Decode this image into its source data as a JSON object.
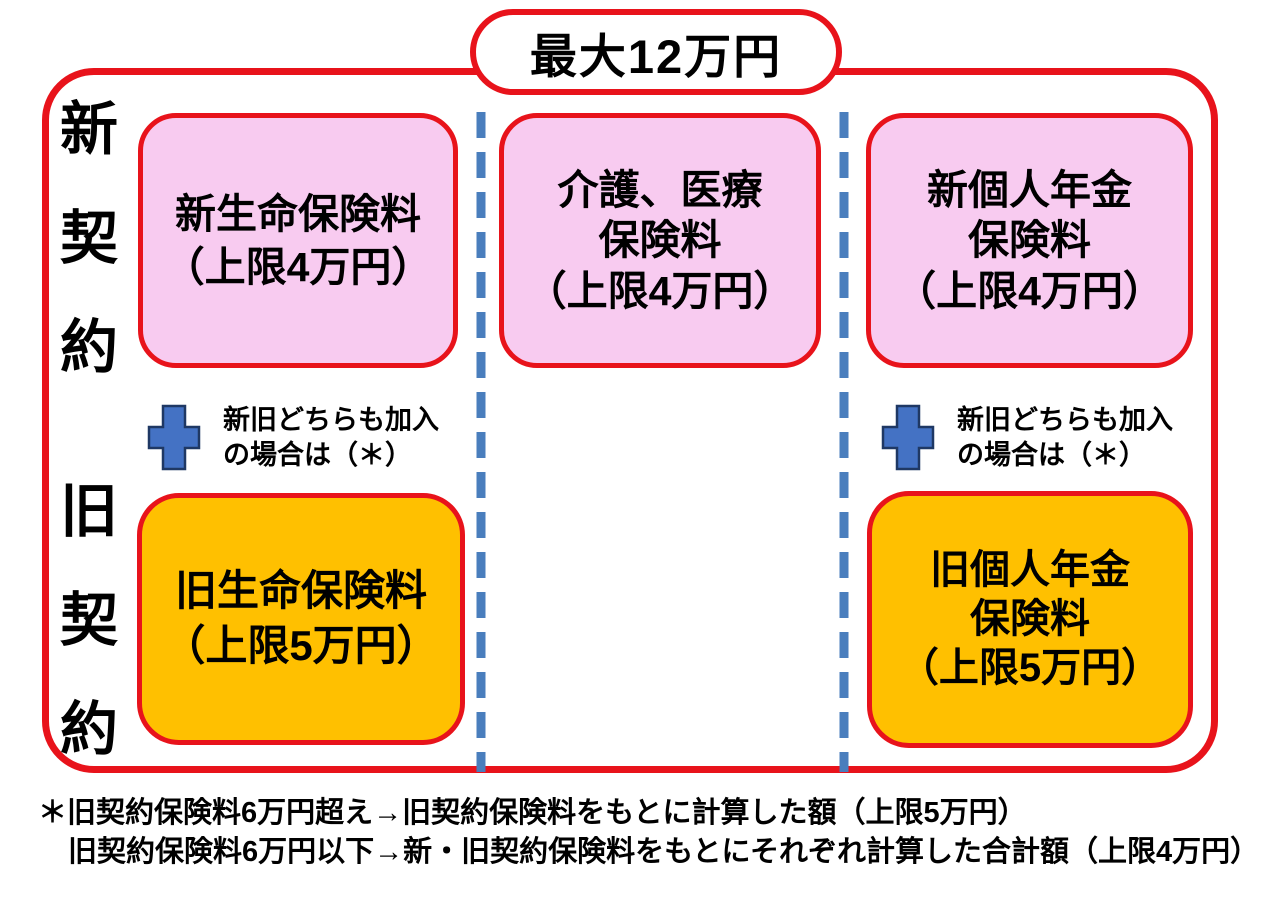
{
  "header": {
    "max_total_label": "最大12万円"
  },
  "row_labels": {
    "new_contract": "新契約",
    "old_contract": "旧契約"
  },
  "columns": [
    {
      "new_box": "新生命保険料\n（上限4万円）",
      "plus_note": "新旧どちらも加入\nの場合は（＊）",
      "old_box": "旧生命保険料\n（上限5万円）"
    },
    {
      "new_box": "介護、医療\n保険料\n（上限4万円）"
    },
    {
      "new_box": "新個人年金\n保険料\n（上限4万円）",
      "plus_note": "新旧どちらも加入\nの場合は（＊）",
      "old_box": "旧個人年金\n保険料\n（上限5万円）"
    }
  ],
  "footnotes": {
    "line1": "＊旧契約保険料6万円超え→旧契約保険料をもとに計算した額（上限5万円）",
    "line2": "旧契約保険料6万円以下→新・旧契約保険料をもとにそれぞれ計算した合計額（上限4万円）"
  },
  "colors": {
    "frame_red": "#e8131b",
    "new_box_pink": "#f8cbf0",
    "old_box_orange": "#ffc000",
    "plus_fill": "#4472c4",
    "plus_stroke": "#1f3864",
    "divider_blue": "#4a7ebd",
    "text_black": "#000000"
  }
}
